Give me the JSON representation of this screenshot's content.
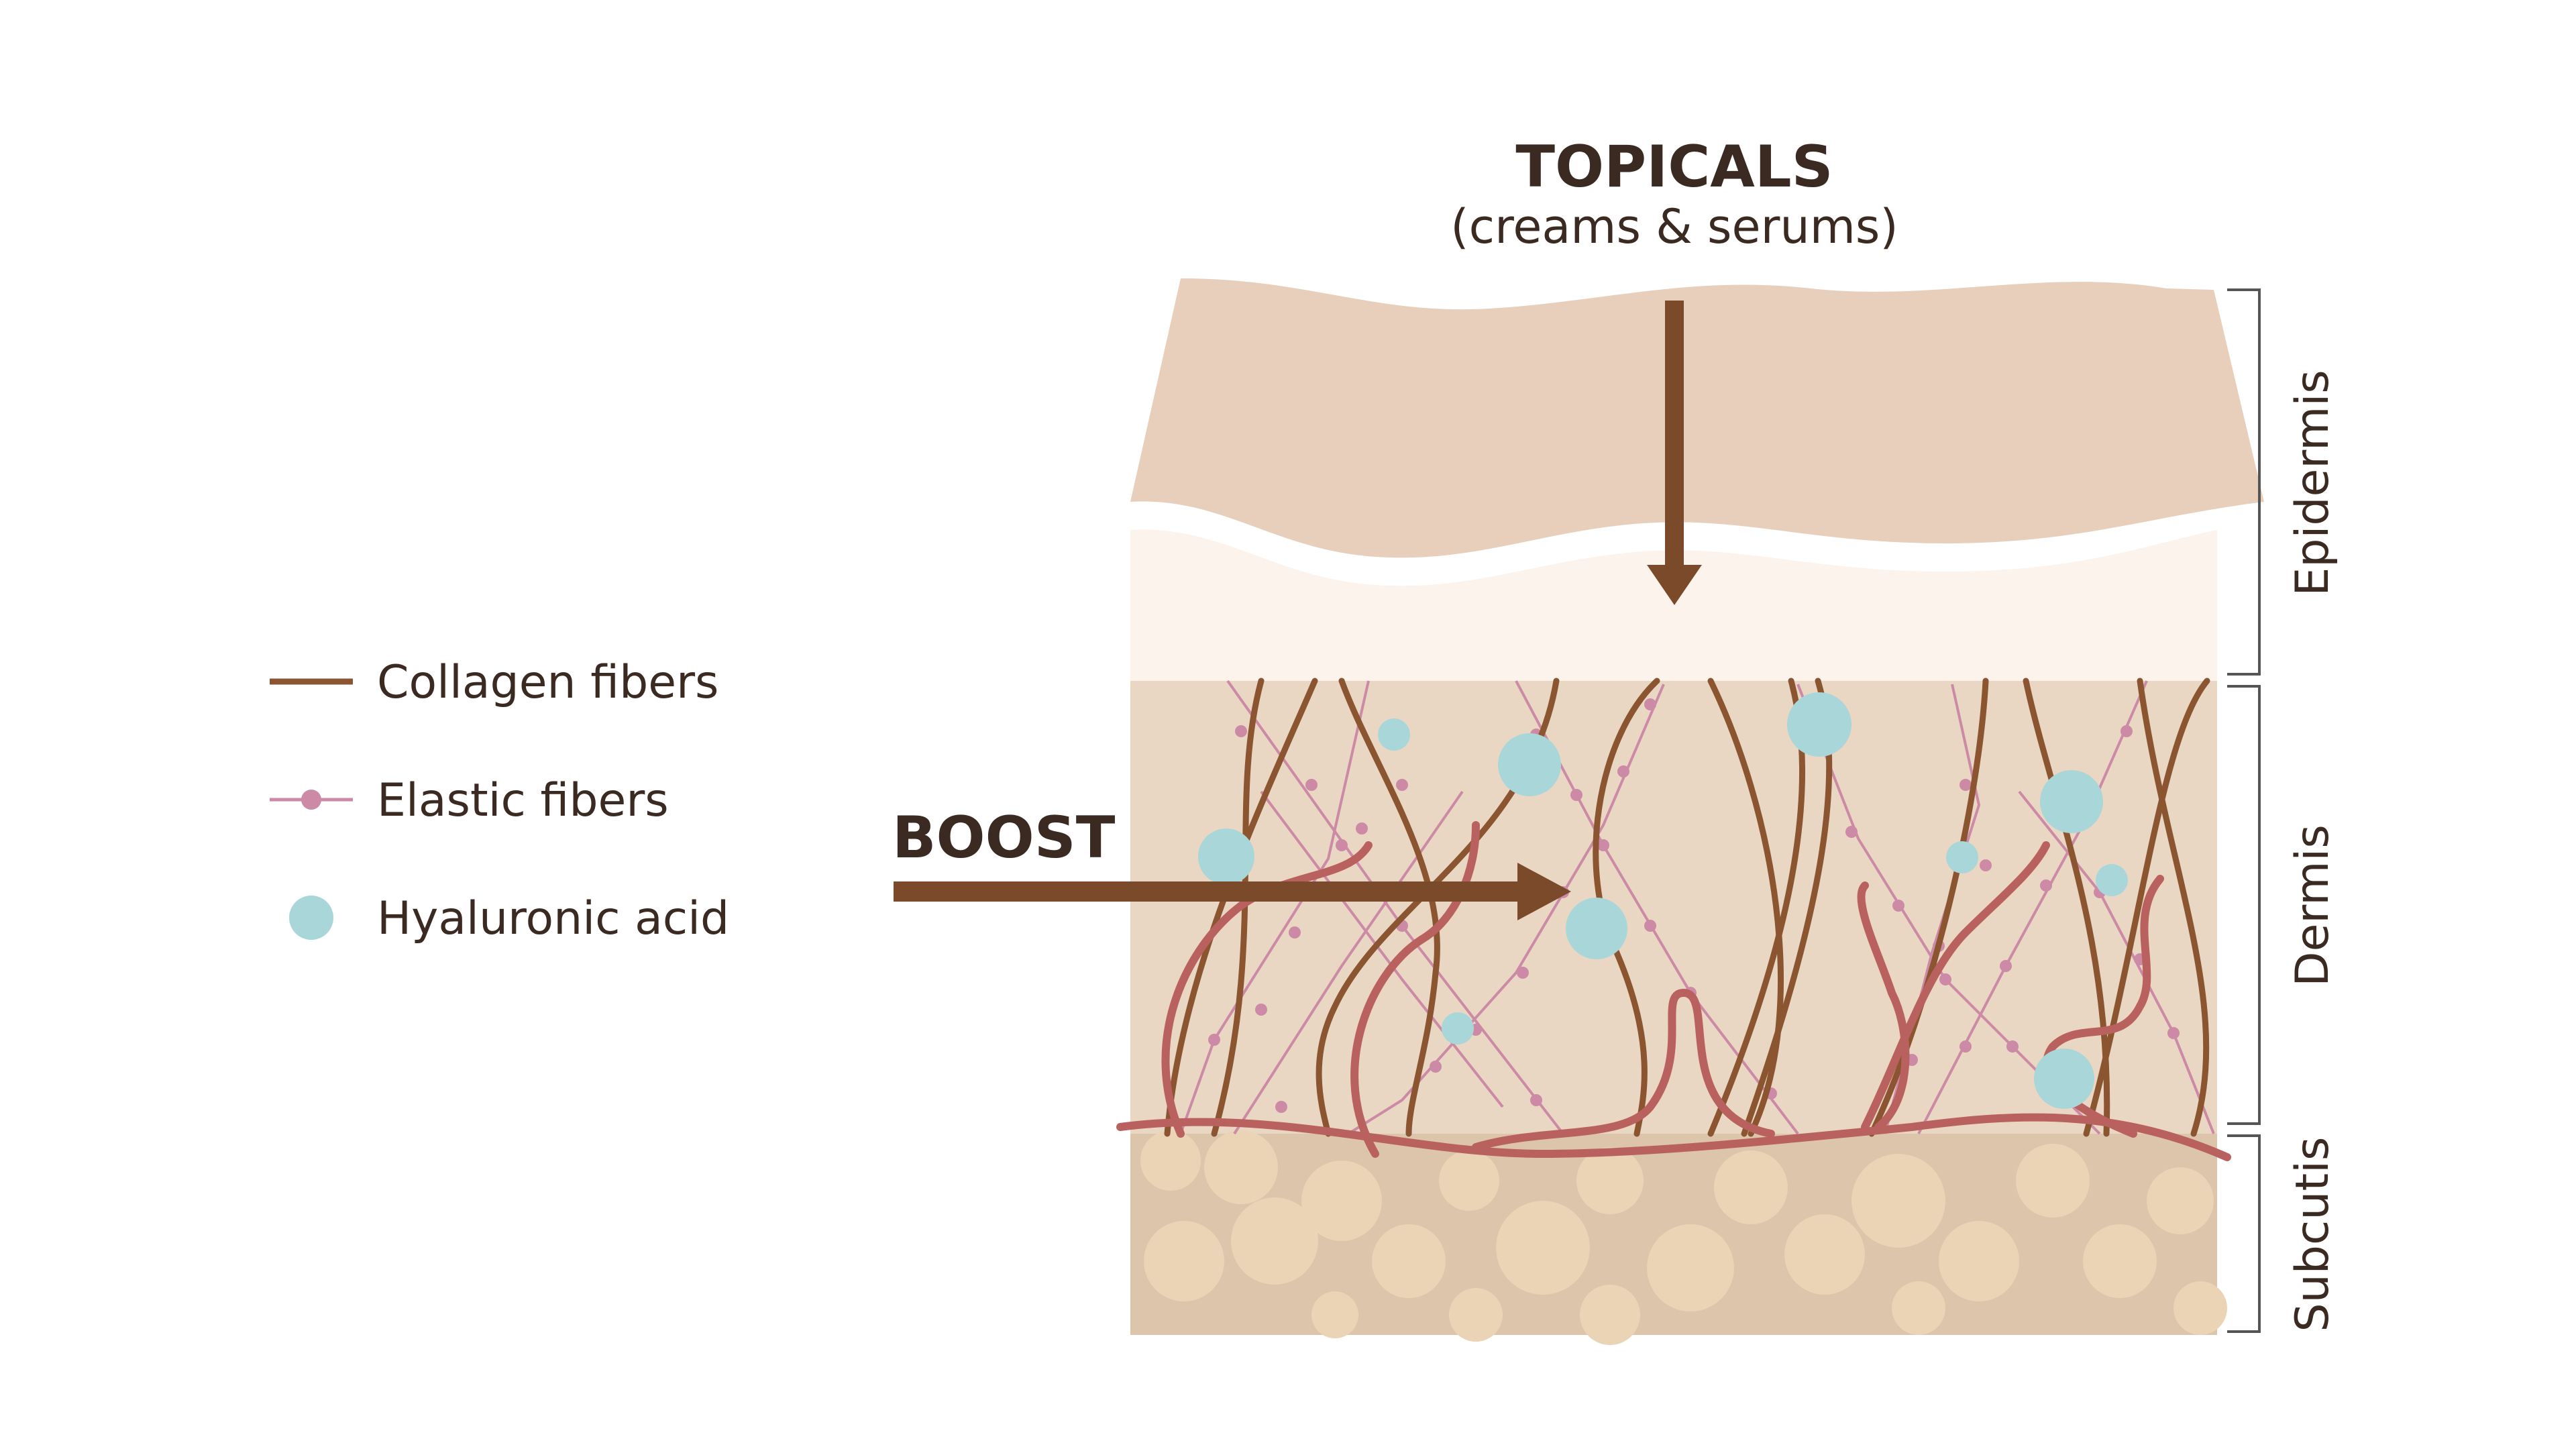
{
  "header": {
    "title": "TOPICALS",
    "subtitle": "(creams & serums)"
  },
  "boost_label": "BOOST",
  "legend": {
    "items": [
      {
        "label": "Collagen fibers",
        "symbol": "line"
      },
      {
        "label": "Elastic fibers",
        "symbol": "line-dot"
      },
      {
        "label": "Hyaluronic acid",
        "symbol": "dot"
      }
    ]
  },
  "layers": [
    {
      "label": "Epidermis"
    },
    {
      "label": "Dermis"
    },
    {
      "label": "Subcutis"
    }
  ],
  "colors": {
    "text": "#3a2a22",
    "arrow": "#7a4a2a",
    "collagen": "#8a5530",
    "elastic": "#cc8aa6",
    "hyaluronic": "#a9d6d8",
    "blood_vessel": "#b9615e",
    "epidermis_top": "#e8cfbb",
    "epidermis_bottom": "#fbf3ec",
    "dermis": "#ead7c3",
    "subcutis_bg": "#dcc5ab",
    "fat_cell": "#ebd3b6",
    "bracket": "#555555"
  }
}
